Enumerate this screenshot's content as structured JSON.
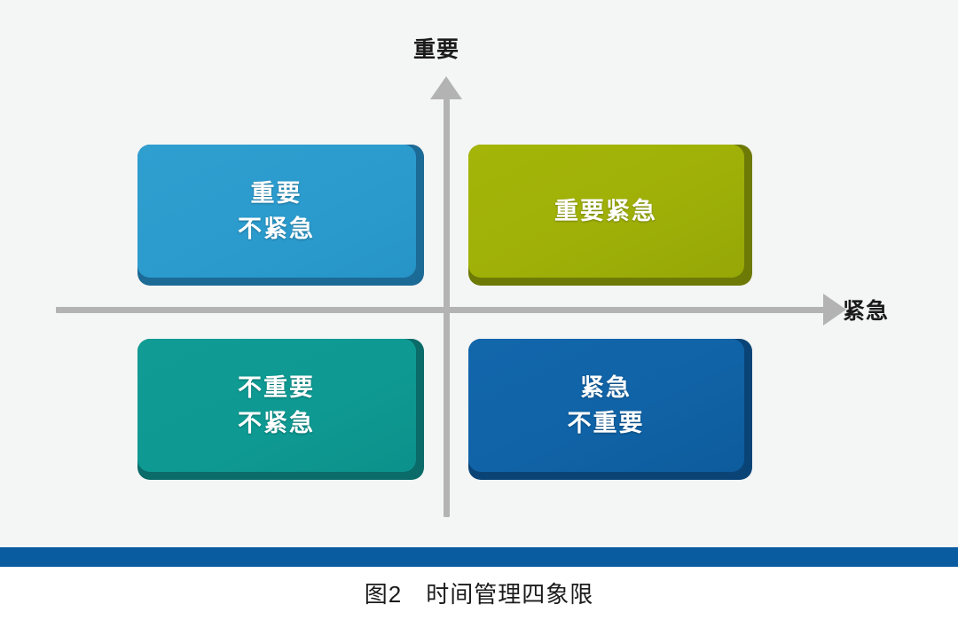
{
  "figure": {
    "background_color": "#f4f5f5",
    "caption": "图2　时间管理四象限",
    "divider_bar_color": "#0a5ca0"
  },
  "axes": {
    "vertical_label": "重要",
    "horizontal_label": "紧急",
    "axis_color": "#b3b3b3",
    "vertical_arrow_icon": "arrow-up-icon",
    "horizontal_arrow_icon": "arrow-right-icon"
  },
  "quadrants": [
    {
      "id": "important-not-urgent",
      "position": "top-left",
      "line1": "重要",
      "line2": "不紧急",
      "color": "#2b9bcd",
      "shadow_color": "#1c6a96"
    },
    {
      "id": "important-urgent",
      "position": "top-right",
      "line1": "重要紧急",
      "line2": "",
      "color": "#9fb008",
      "shadow_color": "#6e7a06"
    },
    {
      "id": "not-important-not-urgent",
      "position": "bottom-left",
      "line1": "不重要",
      "line2": "不紧急",
      "color": "#0e9a93",
      "shadow_color": "#0a6b68"
    },
    {
      "id": "urgent-not-important",
      "position": "bottom-right",
      "line1": "紧急",
      "line2": "不重要",
      "color": "#1063a6",
      "shadow_color": "#0a4477"
    }
  ]
}
